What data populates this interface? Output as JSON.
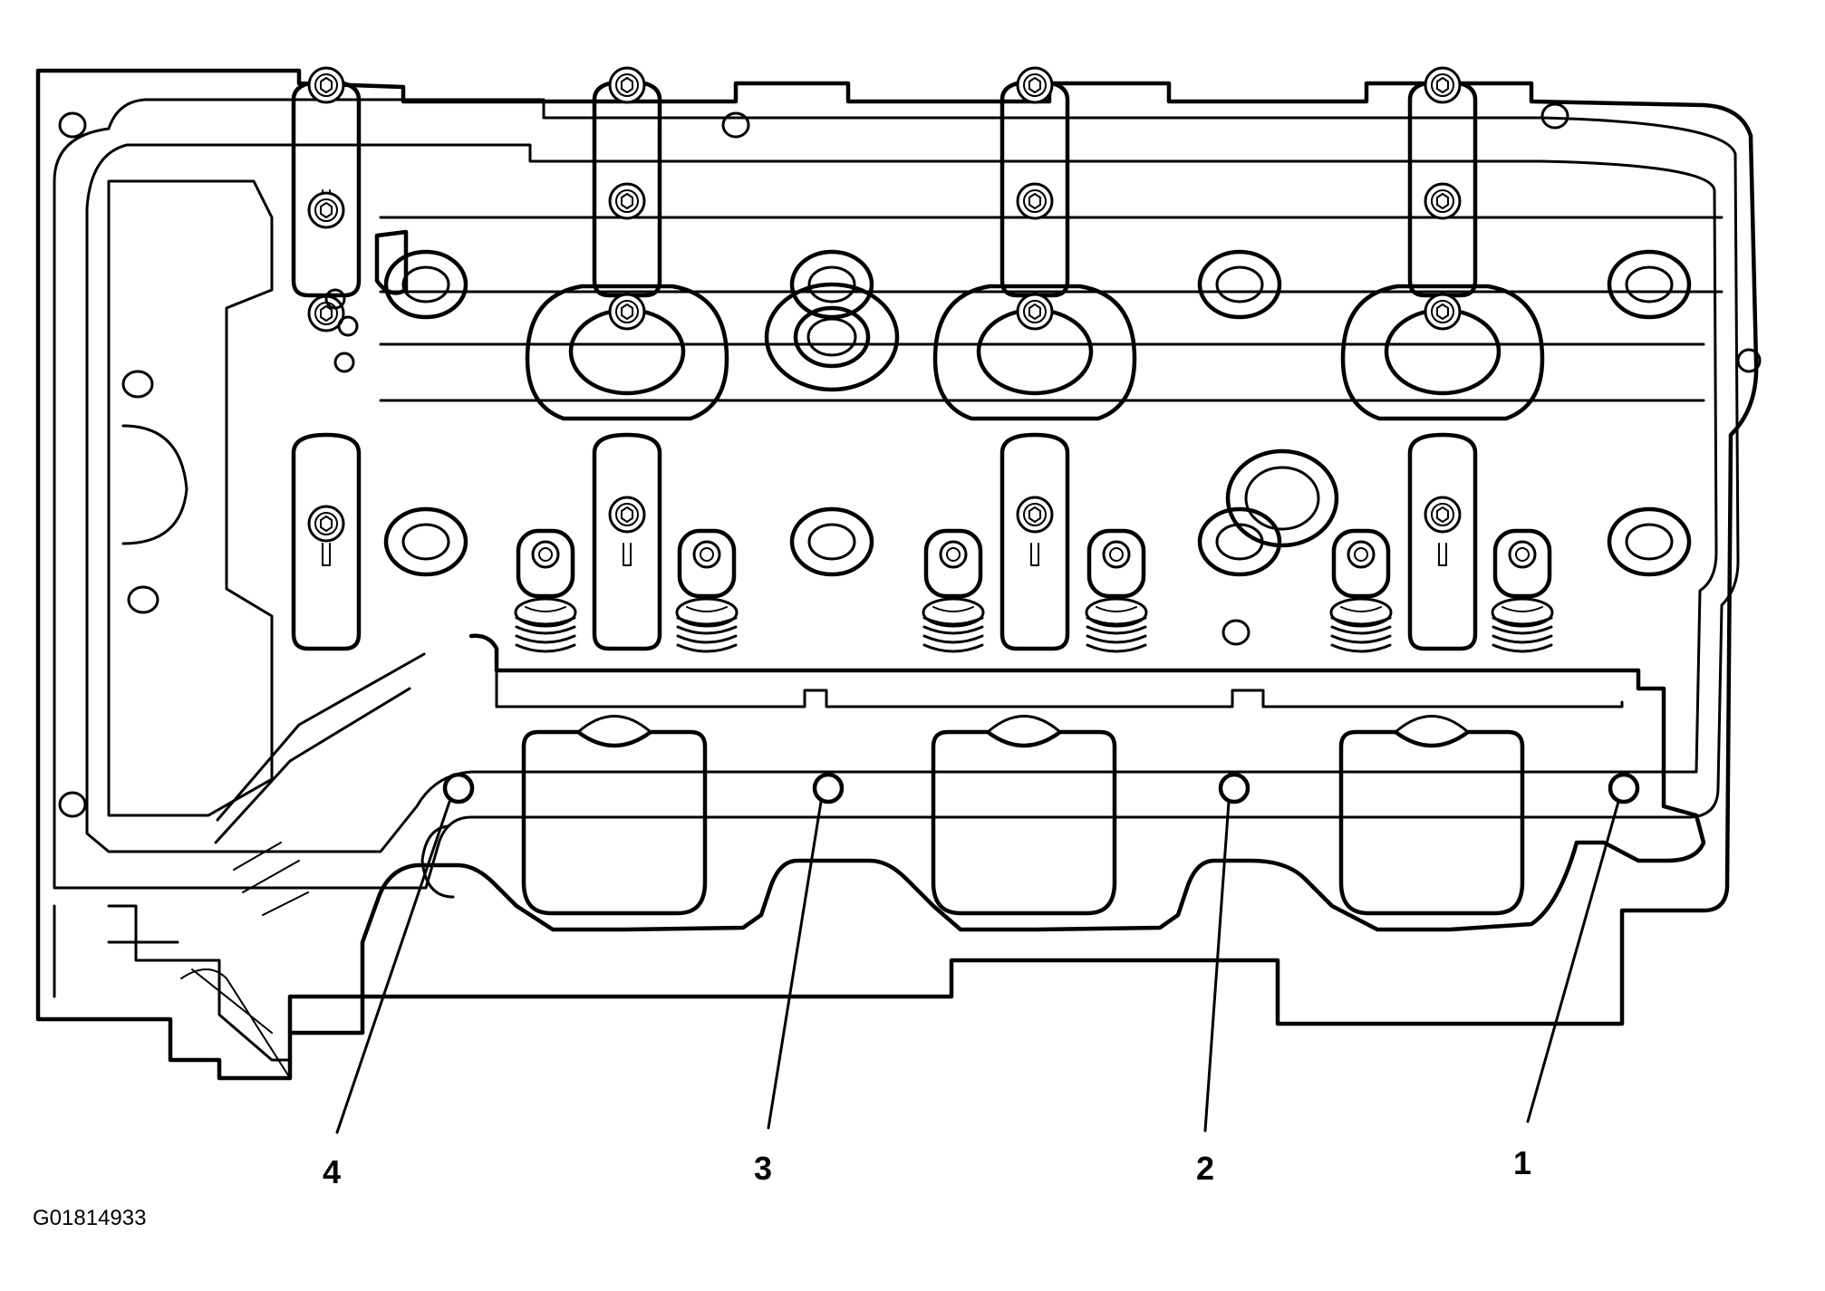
{
  "figure_id": "G01814933",
  "callouts": [
    {
      "id": "1",
      "label": "1"
    },
    {
      "id": "2",
      "label": "2"
    },
    {
      "id": "3",
      "label": "3"
    },
    {
      "id": "4",
      "label": "4"
    }
  ]
}
